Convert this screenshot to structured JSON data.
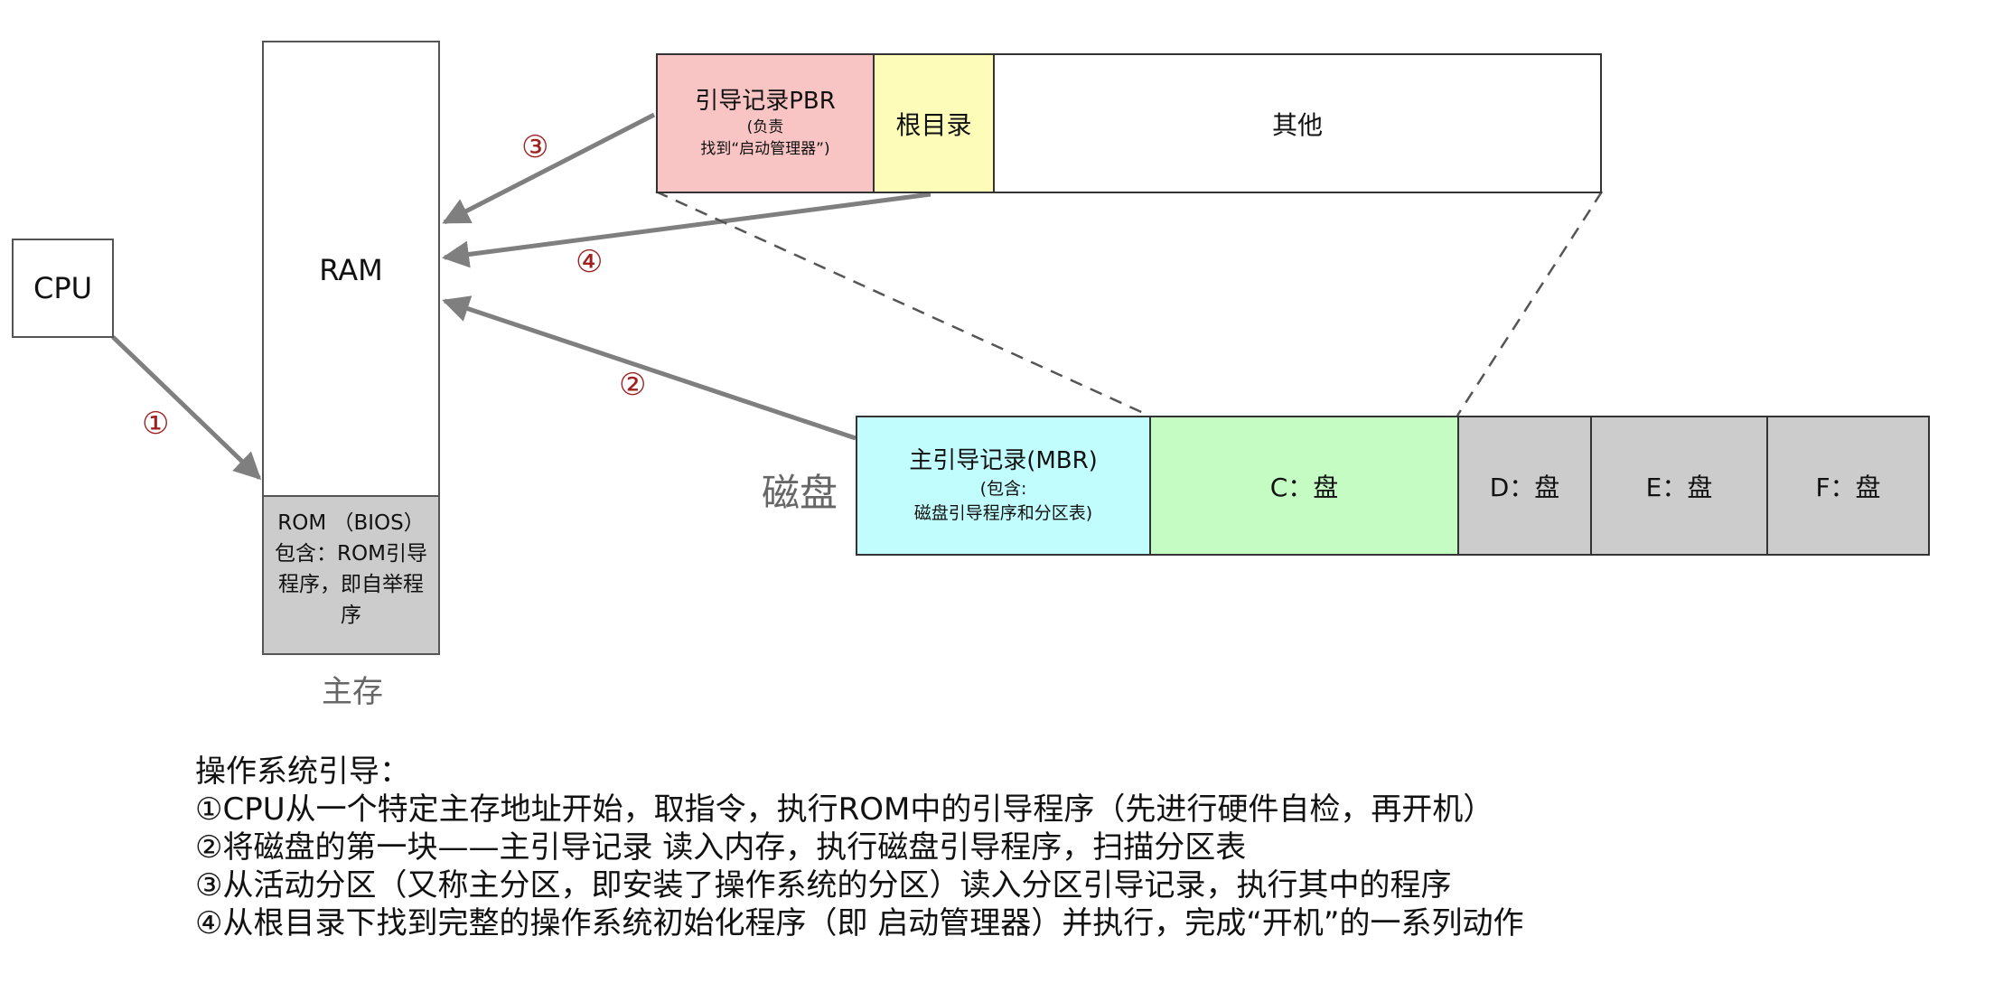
{
  "cpu": {
    "label": "CPU"
  },
  "memory": {
    "ram_label": "RAM",
    "rom_label": "ROM （BIOS）\n包含：ROM引导\n程序，即自举程\n序",
    "caption": "主存"
  },
  "partition": {
    "pbr_label": "引导记录PBR",
    "pbr_note": "(负责\n找到“启动管理器”)",
    "root_label": "根目录",
    "other_label": "其他"
  },
  "disk": {
    "caption": "磁盘",
    "mbr_label": "主引导记录(MBR)",
    "mbr_note": "(包含:\n磁盘引导程序和分区表)",
    "c_label": "C：盘",
    "d_label": "D：盘",
    "e_label": "E：盘",
    "f_label": "F：盘"
  },
  "steps": {
    "s1": "①",
    "s2": "②",
    "s3": "③",
    "s4": "④"
  },
  "description": {
    "title": "操作系统引导：",
    "lines": [
      "①CPU从一个特定主存地址开始，取指令，执行ROM中的引导程序（先进行硬件自检，再开机）",
      "②将磁盘的第一块——主引导记录 读入内存，执行磁盘引导程序，扫描分区表",
      "③从活动分区（又称主分区，即安装了操作系统的分区）读入分区引导记录，执行其中的程序",
      "④从根目录下找到完整的操作系统初始化程序（即 启动管理器）并执行，完成“开机”的一系列动作"
    ]
  },
  "colors": {
    "pbr": "#f9c4c4",
    "root": "#fdfcb8",
    "mbr": "#c2fdfd",
    "c_drive": "#c4fcc4",
    "other_drive": "#cccccc",
    "rom": "#cccccc",
    "arrow": "#7f7f7f",
    "step_number": "#a02020"
  }
}
